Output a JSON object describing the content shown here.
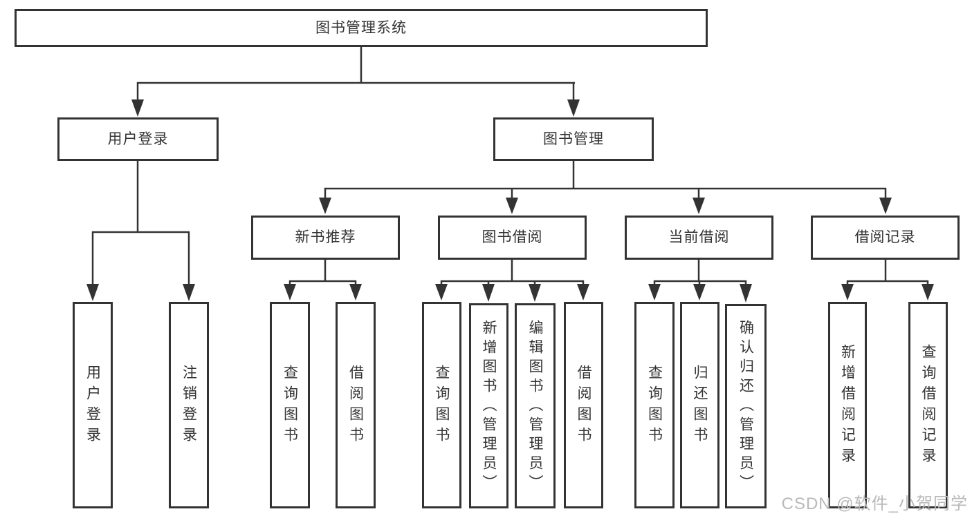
{
  "diagram": {
    "tree": {
      "label": "图书管理系统",
      "children": [
        {
          "label": "用户登录",
          "children": [
            {
              "label": "用户登录"
            },
            {
              "label": "注销登录"
            }
          ]
        },
        {
          "label": "图书管理",
          "children": [
            {
              "label": "新书推荐",
              "children": [
                {
                  "label": "查询图书"
                },
                {
                  "label": "借阅图书"
                }
              ]
            },
            {
              "label": "图书借阅",
              "children": [
                {
                  "label": "查询图书"
                },
                {
                  "label": "新增图书（管理员）"
                },
                {
                  "label": "编辑图书（管理员）"
                },
                {
                  "label": "借阅图书"
                }
              ]
            },
            {
              "label": "当前借阅",
              "children": [
                {
                  "label": "查询图书"
                },
                {
                  "label": "归还图书"
                },
                {
                  "label": "确认归还（管理员）"
                }
              ]
            },
            {
              "label": "借阅记录",
              "children": [
                {
                  "label": "新增借阅记录"
                },
                {
                  "label": "查询借阅记录"
                }
              ]
            }
          ]
        }
      ]
    },
    "colors": {
      "line": "#333333",
      "box_border": "#333333",
      "text": "#333333",
      "background": "#ffffff",
      "watermark": "#b9b9b9"
    }
  },
  "watermark": {
    "text": "CSDN @软件_小贺同学"
  }
}
